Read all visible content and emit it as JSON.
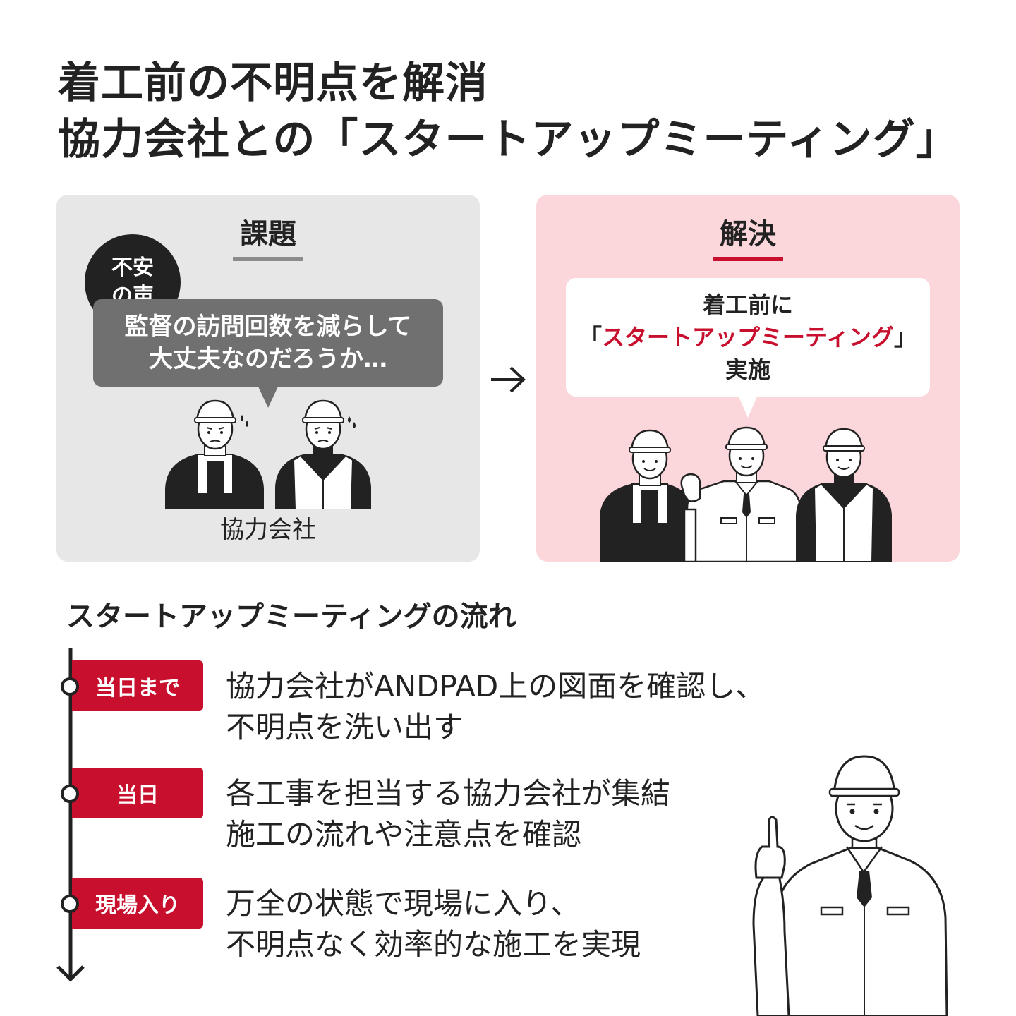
{
  "title": {
    "line1": "着工前の不明点を解消",
    "line2": "協力会社との「スタートアップミーティング」"
  },
  "problem_panel": {
    "heading": "課題",
    "voice_badge": [
      "不安",
      "の声"
    ],
    "bubble_lines": [
      "監督の訪問回数を減らして",
      "大丈夫なのだろうか…"
    ],
    "company_label": "協力会社"
  },
  "solution_panel": {
    "heading": "解決",
    "bubble_line1": "着工前に",
    "bubble_open_bracket": "「",
    "bubble_highlight": "スタートアップミーティング",
    "bubble_close_bracket": "」",
    "bubble_line3": "実施"
  },
  "flow": {
    "title": "スタートアップミーティングの流れ",
    "steps": [
      {
        "tag": "当日まで",
        "lines": [
          "協力会社がANDPAD上の図面を確認し、",
          "不明点を洗い出す"
        ]
      },
      {
        "tag": "当日",
        "lines": [
          "各工事を担当する協力会社が集結",
          "施工の流れや注意点を確認"
        ]
      },
      {
        "tag": "現場入り",
        "lines": [
          "万全の状態で現場に入り、",
          "不明点なく効率的な施工を実現"
        ]
      }
    ]
  },
  "colors": {
    "accent_red": "#c8102e",
    "problem_bg": "#e7e7e7",
    "solution_bg": "#fbd6db",
    "grey_bubble": "#707070",
    "text_dark": "#222222"
  },
  "icons": [
    "arrow-right-icon",
    "timeline-arrow-down-icon",
    "worried-worker-illustration",
    "happy-worker-illustration",
    "pointing-worker-illustration"
  ]
}
